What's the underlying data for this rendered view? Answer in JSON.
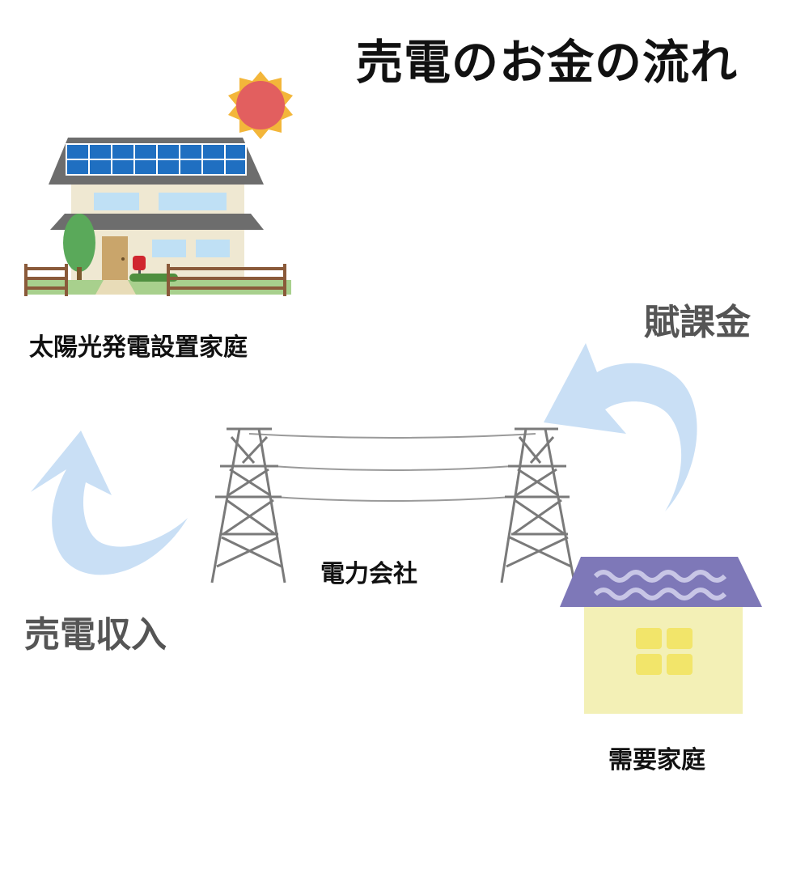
{
  "title": "売電のお金の流れ",
  "nodes": {
    "solar_home": "太陽光発電設置家庭",
    "power_company": "電力会社",
    "consumer_home": "需要家庭"
  },
  "flows": {
    "sale_income": "売電収入",
    "surcharge": "賦課金"
  },
  "colors": {
    "arrow": "#c9dff5",
    "sun": "#e25f5f",
    "sun_rays": "#f3b63a",
    "roof": "#6d6d6d",
    "solar_panel": "#1f6fc1",
    "consumer_roof": "#7e78b8",
    "consumer_wall": "#f3f0b6",
    "window": "#f2e56a",
    "pylon": "#7a7a7a"
  }
}
